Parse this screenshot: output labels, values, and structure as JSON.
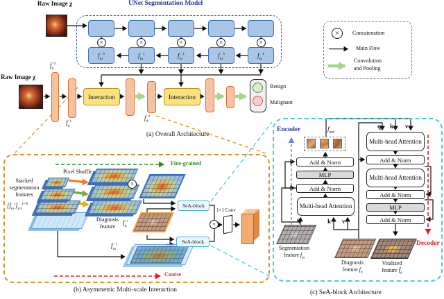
{
  "icons": {
    "times": "×"
  },
  "unet": {
    "title": "UNet Segmentation Model",
    "raw_image_label": "Raw Image χ",
    "fm": [
      {
        "base": "f",
        "sub": "m",
        "sup": "0"
      },
      {
        "base": "f",
        "sub": "m",
        "sup": "1"
      },
      {
        "base": "f",
        "sub": "m",
        "sup": "2"
      },
      {
        "base": "f",
        "sub": "m",
        "sup": "3"
      },
      {
        "base": "f",
        "sub": "m",
        "sup": "4"
      }
    ]
  },
  "overall": {
    "raw_image_label": "Raw Image χ",
    "fd0": {
      "base": "f",
      "sub": "d",
      "sup": "0"
    },
    "fd1": {
      "base": "f",
      "sub": "d",
      "sup": "1"
    },
    "fd2": {
      "base": "f",
      "sub": "d",
      "sup": "2"
    },
    "interaction1": "Interaction",
    "interaction2": "Interaction",
    "benign": "Benign",
    "malignant": "Malignant",
    "caption": "(a) Overall Architecture"
  },
  "legend": {
    "concat": "Concatenation",
    "main_flow": "Main Flow",
    "conv_line1": "Convolution",
    "conv_line2": "and Pooling"
  },
  "msi": {
    "fine_grained": "Fine-grained",
    "pixel_shuffle": "Pixel Shuffle",
    "stacked1": "Stacked",
    "stacked2": "segmentation",
    "stacked3": "features",
    "smath": {
      "open": "[",
      "base": "f",
      "sub": "m",
      "sup": "j",
      "close": "]",
      "lower": "j=i",
      "upper": "j=N"
    },
    "diagnosis1": "Diagnosis",
    "diagnosis2": "feature",
    "fdi": {
      "base": "f",
      "sub": "d",
      "sup": "i"
    },
    "fmi": {
      "base": "f",
      "sub": "m",
      "sup": "i"
    },
    "sea1": "SeA-block",
    "sea2": "SeA-block",
    "conv1x1": "1×1 Conv",
    "coarse": "Coarse",
    "caption": "(b) Asymmetric Multi-scale Interaction"
  },
  "sea": {
    "encoder": "Encoder",
    "decoder": "Decoder",
    "fmd": {
      "base": "f",
      "sub": "md"
    },
    "enc": [
      "Add & Norm",
      "MLP",
      "Add & Norm",
      "Multi-head Attention"
    ],
    "dec": [
      "Multi-head Attention",
      "Add & Norm",
      "Multi-head Attention",
      "Add & Norm",
      "MLP",
      "Add & Norm"
    ],
    "q_top": "q",
    "k_top": "k",
    "v_top": "v",
    "q_enc": "q",
    "k_enc": "k",
    "v_enc": "v",
    "seg1": "Segmentation",
    "seg2": "feature",
    "fm": {
      "base": "f",
      "sub": "m"
    },
    "diag1": "Diagnosis",
    "diag2": "feature",
    "fd": {
      "base": "f",
      "sub": "d"
    },
    "vital1": "Vitalized",
    "vital2": "feature",
    "fdhat": {
      "base": "f̂",
      "sub": "d"
    },
    "caption": "(c) SeA-block Architecture"
  },
  "colors": {
    "title_blue": "#2136a0",
    "unet_fill": "#aac6e7",
    "unet_border": "#3f6fb5",
    "unet_dash": "#3a56a8",
    "bar_fill": "#f6c3a2",
    "bar_border": "#e06f28",
    "interaction_fill": "#fbe27f",
    "interaction_border": "#bb8f1a",
    "flow_green": "#a6d48e",
    "panel_b_border": "#c9992a",
    "panel_c_border": "#47c8ef",
    "sea_fill": "#e9f7fc",
    "sea_border": "#49b4d8",
    "fine_green": "#2e8b2e",
    "alert_red": "#e02020",
    "benign_fill": "#d9ecc9",
    "benign_border": "#5a8a46",
    "malignant_fill": "#f9ccd4",
    "malignant_border": "#d84a5a"
  }
}
